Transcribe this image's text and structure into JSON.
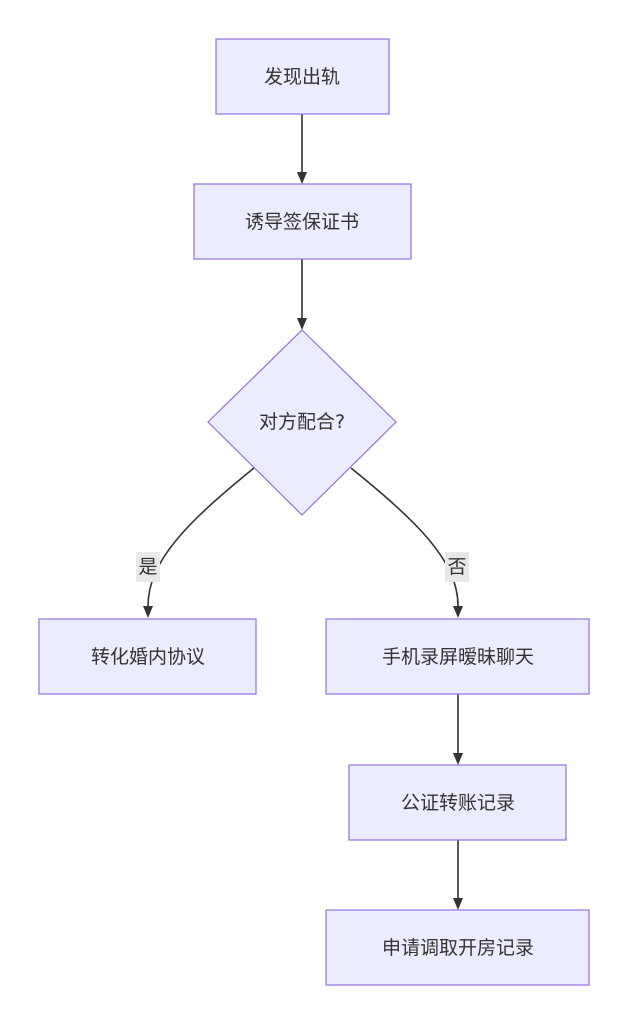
{
  "nodes": {
    "discover": "发现出轨",
    "induce": "诱导签保证书",
    "decision": "对方配合?",
    "convert": "转化婚内协议",
    "record": "手机录屏暧昧聊天",
    "notary": "公证转账记录",
    "apply": "申请调取开房记录"
  },
  "edges": {
    "yes_label": "是",
    "no_label": "否"
  },
  "colors": {
    "node_fill": "#ececff",
    "node_stroke": "#9370db",
    "edge": "#333333",
    "edge_label_bg": "#e8e8e8",
    "text": "#333333"
  }
}
